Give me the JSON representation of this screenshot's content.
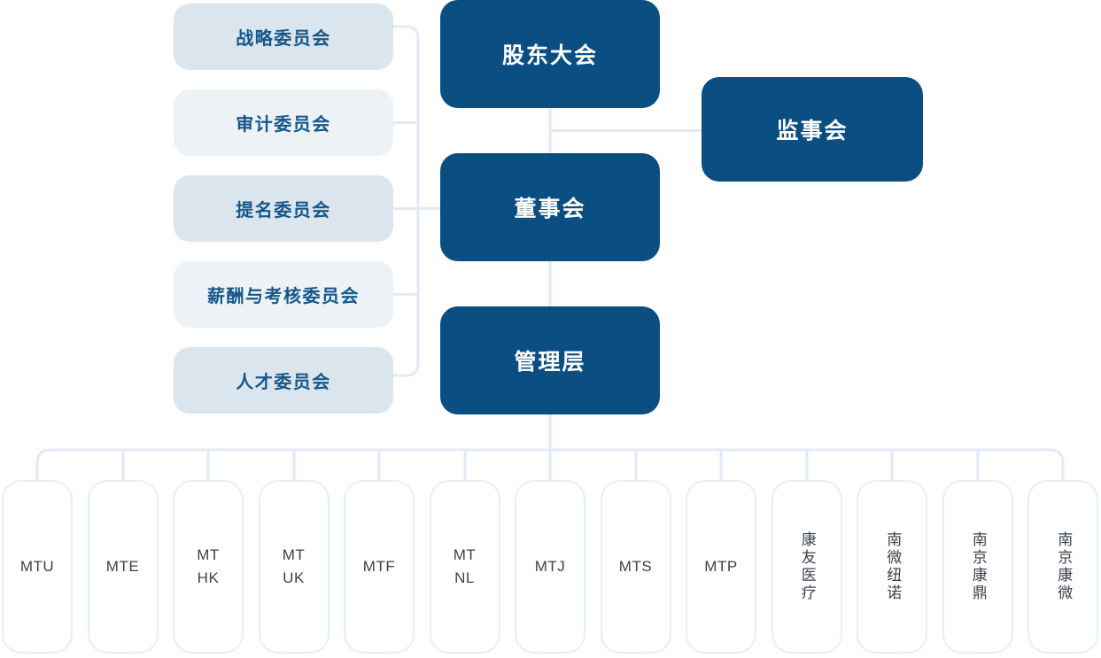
{
  "colors": {
    "primary": "#0b4e82",
    "box_text": "#ffffff",
    "committee_bg_dark": "#dbe5ee",
    "committee_bg_light": "#edf2f7",
    "committee_text": "#15578a",
    "connector_line": "#e2eaf5",
    "subsidiary_border": "#e6eef8",
    "subsidiary_text": "#3b424c",
    "canvas_bg": "#ffffff"
  },
  "governance": {
    "shareholders_label": "股东大会",
    "supervisory_label": "监事会",
    "board_label": "董事会",
    "management_label": "管理层"
  },
  "committees": [
    {
      "label": "战略委员会",
      "tone": "dark"
    },
    {
      "label": "审计委员会",
      "tone": "light"
    },
    {
      "label": "提名委员会",
      "tone": "dark"
    },
    {
      "label": "薪酬与考核委员会",
      "tone": "light"
    },
    {
      "label": "人才委员会",
      "tone": "dark"
    }
  ],
  "subsidiaries": [
    {
      "label": "MTU",
      "orientation": "horizontal"
    },
    {
      "label": "MTE",
      "orientation": "horizontal"
    },
    {
      "label": "MT\nHK",
      "orientation": "horizontal"
    },
    {
      "label": "MT\nUK",
      "orientation": "horizontal"
    },
    {
      "label": "MTF",
      "orientation": "horizontal"
    },
    {
      "label": "MT\nNL",
      "orientation": "horizontal"
    },
    {
      "label": "MTJ",
      "orientation": "horizontal"
    },
    {
      "label": "MTS",
      "orientation": "horizontal"
    },
    {
      "label": "MTP",
      "orientation": "horizontal"
    },
    {
      "label": "康友医疗",
      "orientation": "vertical"
    },
    {
      "label": "南微纽诺",
      "orientation": "vertical"
    },
    {
      "label": "南京康鼎",
      "orientation": "vertical"
    },
    {
      "label": "南京康微",
      "orientation": "vertical"
    }
  ]
}
